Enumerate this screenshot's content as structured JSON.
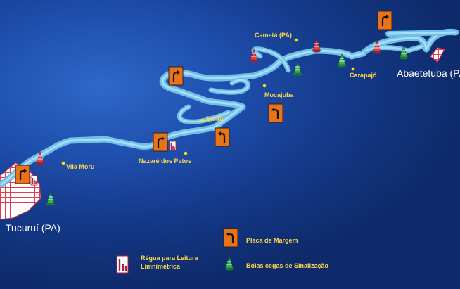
{
  "cities": {
    "cameta": "Cametá (PA)",
    "mocajuba": "Mocajuba",
    "baiao": "Baião",
    "nazare": "Nazaré dos Patos",
    "vila_moru": "Vila Moru",
    "carapajo": "Carapajó"
  },
  "endpoints": {
    "tucurui": "Tucuruí (PA)",
    "abaetetuba": "Abaetetuba (PA"
  },
  "legend": {
    "placa": "Placa de Margem",
    "regua": "Régua para Leitura Limnimétrica",
    "boias": "Bóias cegas de Sinalização"
  },
  "colors": {
    "river": "#7ec8ee",
    "sign": "#e8731a",
    "town_grid": "#e33a4f",
    "buoy_green": "#2ea84a",
    "buoy_red": "#e0434f",
    "label": "#ffd84a"
  },
  "icons": [
    "warning-sign-icon",
    "gauge-ruler-icon",
    "green-buoy-icon",
    "red-buoy-icon",
    "town-grid-icon"
  ]
}
